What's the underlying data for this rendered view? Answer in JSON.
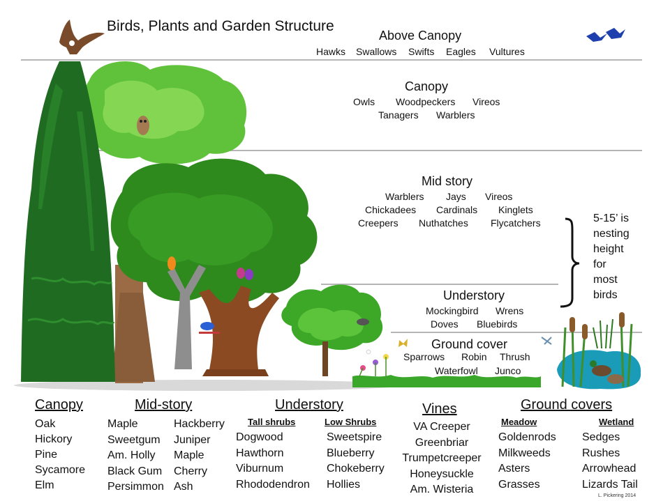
{
  "title": "Birds, Plants and Garden Structure",
  "zones": {
    "above_canopy": {
      "label": "Above Canopy",
      "birds": [
        "Hawks",
        "Swallows",
        "Swifts",
        "Eagles",
        "Vultures"
      ]
    },
    "canopy": {
      "label": "Canopy",
      "birds_row1": [
        "Owls",
        "Woodpeckers",
        "Vireos"
      ],
      "birds_row2": [
        "Tanagers",
        "Warblers"
      ]
    },
    "mid_story": {
      "label": "Mid story",
      "birds_row1": [
        "Warblers",
        "Jays",
        "Vireos"
      ],
      "birds_row2": [
        "Chickadees",
        "Cardinals",
        "Kinglets"
      ],
      "birds_row3": [
        "Creepers",
        "Nuthatches",
        "Flycatchers"
      ]
    },
    "understory": {
      "label": "Understory",
      "birds_row1": [
        "Mockingbird",
        "Wrens"
      ],
      "birds_row2": [
        "Doves",
        "Bluebirds"
      ]
    },
    "ground_cover": {
      "label": "Ground cover",
      "birds_row1": [
        "Sparrows",
        "Robin",
        "Thrush"
      ],
      "birds_row2": [
        "Waterfowl",
        "Junco"
      ]
    }
  },
  "nesting_note": [
    "5-15’ is",
    "nesting",
    "height",
    "for",
    "most",
    "birds"
  ],
  "plants": {
    "canopy": {
      "heading": "Canopy",
      "items": [
        "Oak",
        "Hickory",
        "Pine",
        "Sycamore",
        "Elm"
      ]
    },
    "mid_story": {
      "heading": "Mid-story",
      "col1": [
        "Maple",
        "Sweetgum",
        "Am. Holly",
        "Black Gum",
        "Persimmon"
      ],
      "col2": [
        "Hackberry",
        "Juniper",
        "Maple",
        "Cherry",
        "Ash"
      ]
    },
    "understory": {
      "heading": "Understory",
      "sub1": "Tall shrubs",
      "sub2": "Low Shrubs",
      "col1": [
        "Dogwood",
        "Hawthorn",
        "Viburnum",
        "Rhododendron"
      ],
      "col2": [
        "Sweetspire",
        "Blueberry",
        "Chokeberry",
        "Hollies"
      ]
    },
    "vines": {
      "heading": "Vines",
      "items": [
        "VA Creeper",
        "Greenbriar",
        "Trumpetcreeper",
        "Honeysuckle",
        "Am. Wisteria"
      ]
    },
    "ground_covers": {
      "heading": "Ground covers",
      "sub1": "Meadow",
      "sub2": "Wetland",
      "col1": [
        "Goldenrods",
        "Milkweeds",
        "Asters",
        "Grasses"
      ],
      "col2": [
        "Sedges",
        "Rushes",
        "Arrowhead",
        "Lizards Tail"
      ]
    }
  },
  "credit": "L. Pickering 2014",
  "icons": [
    "eagle-icon",
    "swallows-icon",
    "owl-icon",
    "oriole-icon",
    "parrot-pair-icon",
    "bluebird-icon",
    "mockingbird-icon",
    "butterfly-icon",
    "dragonfly-icon",
    "duck-icon"
  ]
}
